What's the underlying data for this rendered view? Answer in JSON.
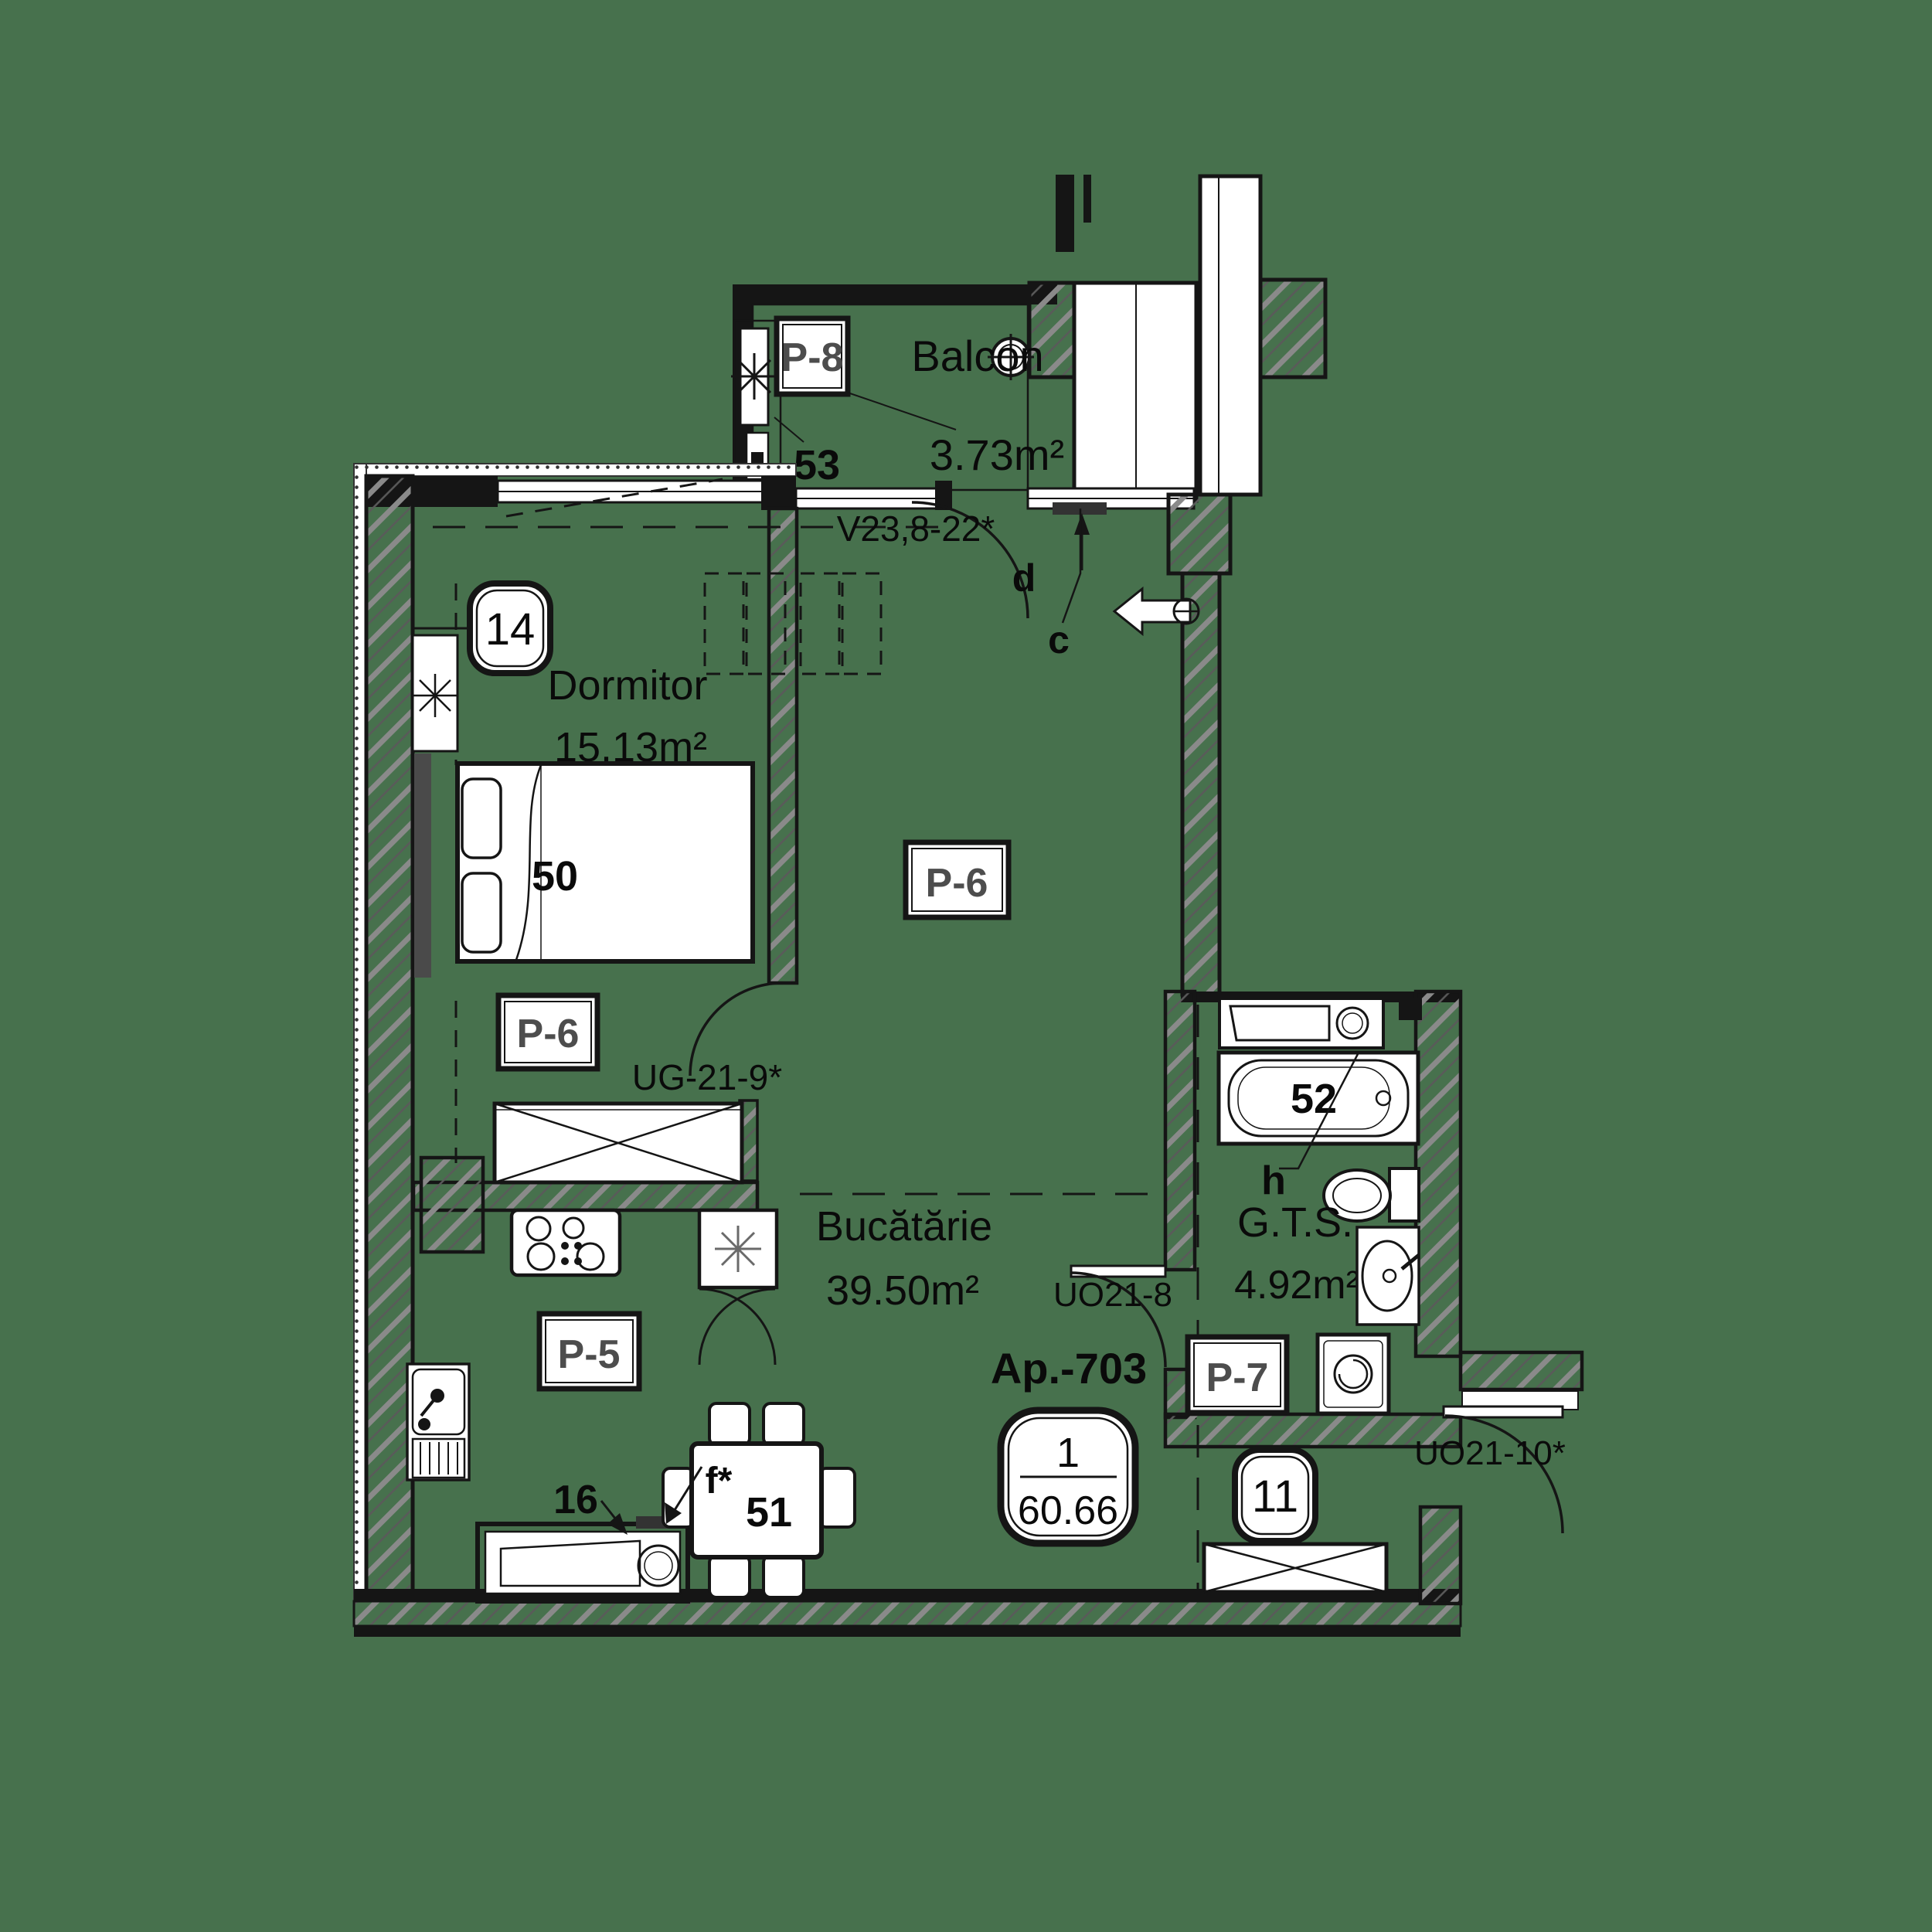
{
  "colors": {
    "background": "#47714d",
    "line": "#151515",
    "hatch": "#8a8a8a",
    "finish_label_text": "#4d4d4d",
    "fill_white": "#ffffff"
  },
  "plan": {
    "apartment_id": "Ap.-703",
    "summary_badge": {
      "rooms": "1",
      "area": "60.66"
    },
    "rooms": {
      "balcony": {
        "name": "Balcon",
        "area": "3.73m²"
      },
      "bedroom": {
        "name": "Dormitor",
        "area": "15.13m²"
      },
      "kitchen": {
        "name": "Bucătărie",
        "area": "39.50m²"
      },
      "bathroom": {
        "name": "G.T.S.",
        "area": "4.92m²"
      }
    },
    "finish_labels": {
      "p5": "P-5",
      "p6_bedroom": "P-6",
      "p6_living": "P-6",
      "p7": "P-7",
      "p8": "P-8"
    },
    "position_badges": {
      "b14": "14",
      "b11": "11"
    },
    "item_numbers": {
      "bed": "50",
      "table": "51",
      "bathtub": "52",
      "balcony_unit": "53",
      "radiator": "16"
    },
    "opening_codes": {
      "window_main": "V23,8-22*",
      "door_bedroom": "UG-21-9*",
      "door_bathroom": "UO21-8",
      "door_entry": "UO21-10*"
    },
    "section_letters": {
      "c": "c",
      "d": "d",
      "h": "h",
      "f": "f*"
    }
  }
}
